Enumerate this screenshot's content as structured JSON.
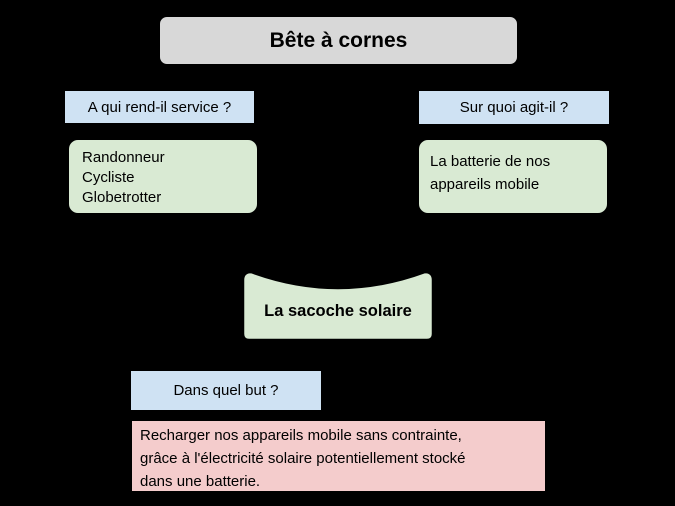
{
  "diagram": {
    "title": "Bête à cornes",
    "product": "La sacoche solaire",
    "questions": {
      "service": "A qui rend-il service ?",
      "acts_on": "Sur quoi agit-il ?",
      "purpose": "Dans quel but ?"
    },
    "answers": {
      "service": [
        "Randonneur",
        "Cycliste",
        "Globetrotter"
      ],
      "acts_on": [
        "La batterie de nos",
        "appareils mobile"
      ],
      "purpose": [
        "Recharger nos appareils mobile sans contrainte,",
        "grâce à l'électricité solaire potentiellement stocké",
        "dans une batterie."
      ]
    }
  },
  "colors": {
    "background": "#000000",
    "title_fill": "#d8d8d8",
    "question_fill": "#cfe2f3",
    "answer_fill": "#d9ead3",
    "purpose_fill": "#f4cccc",
    "stroke": "#000000",
    "text": "#000000"
  }
}
